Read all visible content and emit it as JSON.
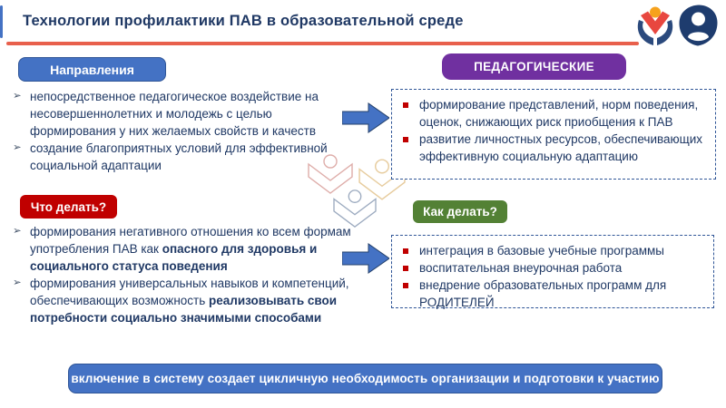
{
  "slide": {
    "title": "Технологии профилактики ПАВ в образовательной среде",
    "badges": {
      "directions": "Направления",
      "pedagogical": "ПЕДАГОГИЧЕСКИЕ",
      "what": "Что делать?",
      "how": "Как делать?"
    },
    "directions_list": [
      "непосредственное педагогическое воздействие на несовершеннолетних и молодежь с целью формирования у них желаемых свойств и качеств",
      "создание благоприятных условий для эффективной социальной адаптации"
    ],
    "pedagogical_box": [
      "формирование представлений, норм поведения, оценок, снижающих риск приобщения к ПАВ",
      "развитие личностных ресурсов, обеспечивающих эффективную социальную адаптацию"
    ],
    "what_list": [
      {
        "segments": [
          {
            "t": "формирования негативного отношения ко всем формам употребления ПАВ как ",
            "b": false
          },
          {
            "t": "опасного для здоровья и социального статуса поведения",
            "b": true
          }
        ]
      },
      {
        "segments": [
          {
            "t": "формирования универсальных навыков и компетенций, обеспечивающих возможность ",
            "b": false
          },
          {
            "t": "реализовывать свои потребности социально значимыми способами",
            "b": true
          }
        ]
      }
    ],
    "how_box": [
      "интеграция в базовые учебные программы",
      "воспитательная внеурочная работа",
      "внедрение образовательных программ для РОДИТЕЛЕЙ"
    ],
    "footer_banner": "включение в систему создает цикличную необходимость организации и подготовки к участию",
    "icons": {
      "header_logo_left": "hands-holding-person-logo",
      "header_logo_right": "shield-person-logo",
      "watermarks": [
        "person-v-outline-pink",
        "person-v-outline-yellow",
        "person-v-outline-blue"
      ],
      "arrows": [
        "block-arrow-right",
        "block-arrow-right"
      ]
    },
    "colors": {
      "accent_blue": "#4472c4",
      "accent_blue_dark": "#2f5597",
      "purple": "#7030a0",
      "red": "#c00000",
      "green": "#538135",
      "navy_text": "#1f3864",
      "underline_coral": "#e8604c"
    }
  }
}
